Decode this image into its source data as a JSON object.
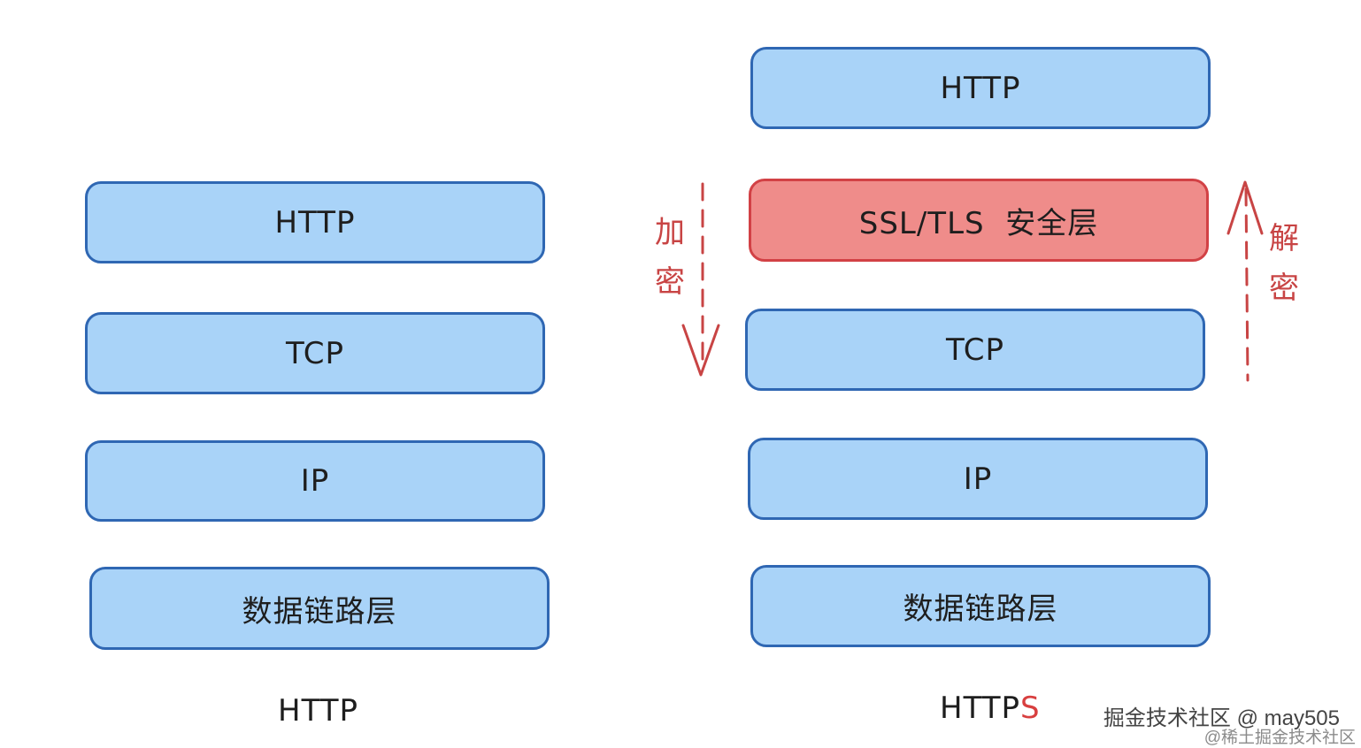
{
  "diagram": {
    "left_stack": {
      "layers": [
        {
          "label": "HTTP"
        },
        {
          "label": "TCP"
        },
        {
          "label": "IP"
        },
        {
          "label": "数据链路层"
        }
      ],
      "caption": "HTTP"
    },
    "right_stack": {
      "layers": [
        {
          "label": "HTTP"
        },
        {
          "label": "SSL/TLS  安全层",
          "highlight": true
        },
        {
          "label": "TCP"
        },
        {
          "label": "IP"
        },
        {
          "label": "数据链路层"
        }
      ],
      "caption_main": "HTTP",
      "caption_accent": "S"
    },
    "annotations": {
      "encrypt": [
        "加",
        "密"
      ],
      "decrypt": [
        "解",
        "密"
      ]
    },
    "colors": {
      "layer_fill": "#a9d3f8",
      "layer_border": "#2f67b3",
      "security_fill": "#ef8c8a",
      "security_border": "#d24145",
      "annotation": "#c84444"
    }
  },
  "watermark": {
    "main": "掘金技术社区 @ may505",
    "sub": "@稀土掘金技术社区"
  }
}
